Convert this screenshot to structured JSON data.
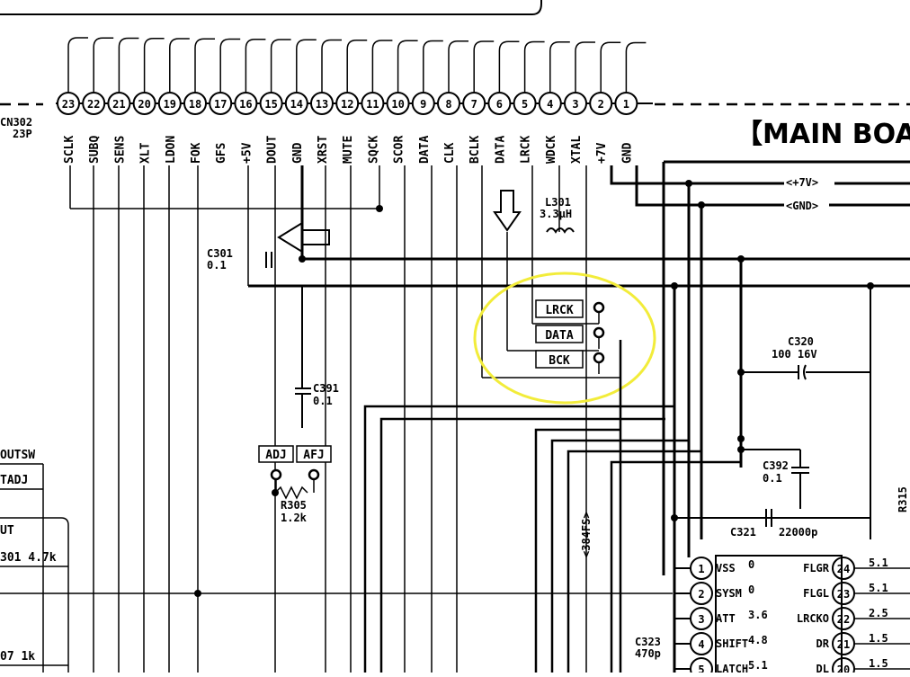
{
  "board_title": "【MAIN BOA",
  "connector": {
    "ref": "CN302",
    "pins": "23P",
    "pin_numbers": [
      "23",
      "22",
      "21",
      "20",
      "19",
      "18",
      "17",
      "16",
      "15",
      "14",
      "13",
      "12",
      "11",
      "10",
      "9",
      "8",
      "7",
      "6",
      "5",
      "4",
      "3",
      "2",
      "1"
    ],
    "signals": [
      "SCLK",
      "SUBQ",
      "SENS",
      "XLT",
      "LDON",
      "FOK",
      "GFS",
      "+5V",
      "DOUT",
      "GND",
      "XRST",
      "MUTE",
      "SQCK",
      "SCOR",
      "DATA",
      "CLK",
      "BCLK",
      "DATA",
      "LRCK",
      "WDCK",
      "XTAL",
      "+7V",
      "GND"
    ]
  },
  "rails": {
    "plus7v": "<+7V>",
    "gnd": "<GND>"
  },
  "inductor": {
    "ref": "L301",
    "value": "3.3µH"
  },
  "caps": {
    "c301": {
      "ref": "C301",
      "value": "0.1"
    },
    "c391": {
      "ref": "C391",
      "value": "0.1"
    },
    "c320": {
      "ref": "C320",
      "value": "100  16V"
    },
    "c392": {
      "ref": "C392",
      "value": "0.1"
    },
    "c321": {
      "ref": "C321",
      "value": "22000p"
    },
    "c323": {
      "ref": "C323",
      "value": "470p"
    }
  },
  "test_points": [
    "LRCK",
    "DATA",
    "BCK"
  ],
  "adj_points": [
    "ADJ",
    "AFJ"
  ],
  "r305": {
    "ref": "R305",
    "value": "1.2k"
  },
  "freq_label": "<384FS>",
  "left_labels": {
    "outsw": "OUTSW",
    "tadj": "TADJ",
    "r301": "301  4.7k",
    "r307": "07  1k",
    "ut": "UT"
  },
  "ic": {
    "left_pins": [
      {
        "num": "1",
        "name": "VSS",
        "volt": "0"
      },
      {
        "num": "2",
        "name": "SYSM",
        "volt": "0"
      },
      {
        "num": "3",
        "name": "ATT",
        "volt": "3.6"
      },
      {
        "num": "4",
        "name": "SHIFT",
        "volt": "4.8"
      },
      {
        "num": "5",
        "name": "LATCH",
        "volt": "5.1"
      }
    ],
    "right_pins": [
      {
        "num": "24",
        "name": "FLGR",
        "volt": "5.1"
      },
      {
        "num": "23",
        "name": "FLGL",
        "volt": "5.1"
      },
      {
        "num": "22",
        "name": "LRCKO",
        "volt": "2.5"
      },
      {
        "num": "21",
        "name": "DR",
        "volt": "1.5"
      },
      {
        "num": "20",
        "name": "DL",
        "volt": "1.5"
      }
    ]
  },
  "r315": "R315",
  "highlight_color": "#f2ec3a",
  "ink_color": "#000000"
}
